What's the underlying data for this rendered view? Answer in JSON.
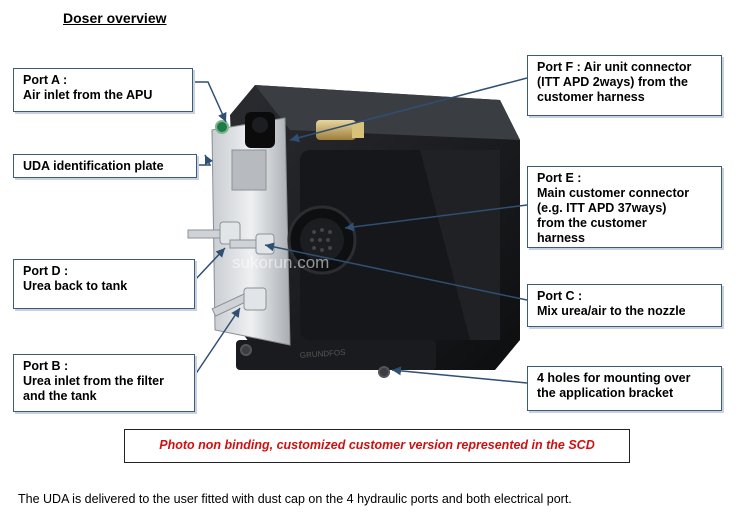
{
  "title": "Doser overview",
  "callouts": {
    "port_a": {
      "line1": "Port A :",
      "line2": "Air inlet from the APU"
    },
    "uda_plate": {
      "line1": "UDA identification plate"
    },
    "port_d": {
      "line1": "Port D :",
      "line2": "Urea back to tank"
    },
    "port_b": {
      "line1": "Port B :",
      "line2": "Urea inlet from the filter",
      "line3": "and the tank"
    },
    "port_f": {
      "line1": "Port F : Air unit connector",
      "line2": "(ITT APD 2ways) from the",
      "line3": "customer harness"
    },
    "port_e": {
      "line1": "Port E :",
      "line2": "Main customer connector",
      "line3": "(e.g. ITT APD 37ways)",
      "line4": "from the customer",
      "line5": "harness"
    },
    "port_c": {
      "line1": "Port C :",
      "line2": "Mix urea/air to the nozzle"
    },
    "holes": {
      "line1": "4 holes for mounting over",
      "line2": "the application bracket"
    }
  },
  "note": "Photo non binding, customized customer version represented in the SCD",
  "footer": "The UDA is delivered to the user fitted with dust cap on the 4 hydraulic ports and both electrical port.",
  "watermark": "sukorun.com",
  "colors": {
    "callout_border": "#3c5a7a",
    "note_text": "#d01010",
    "arrow": "#2f4f73"
  }
}
